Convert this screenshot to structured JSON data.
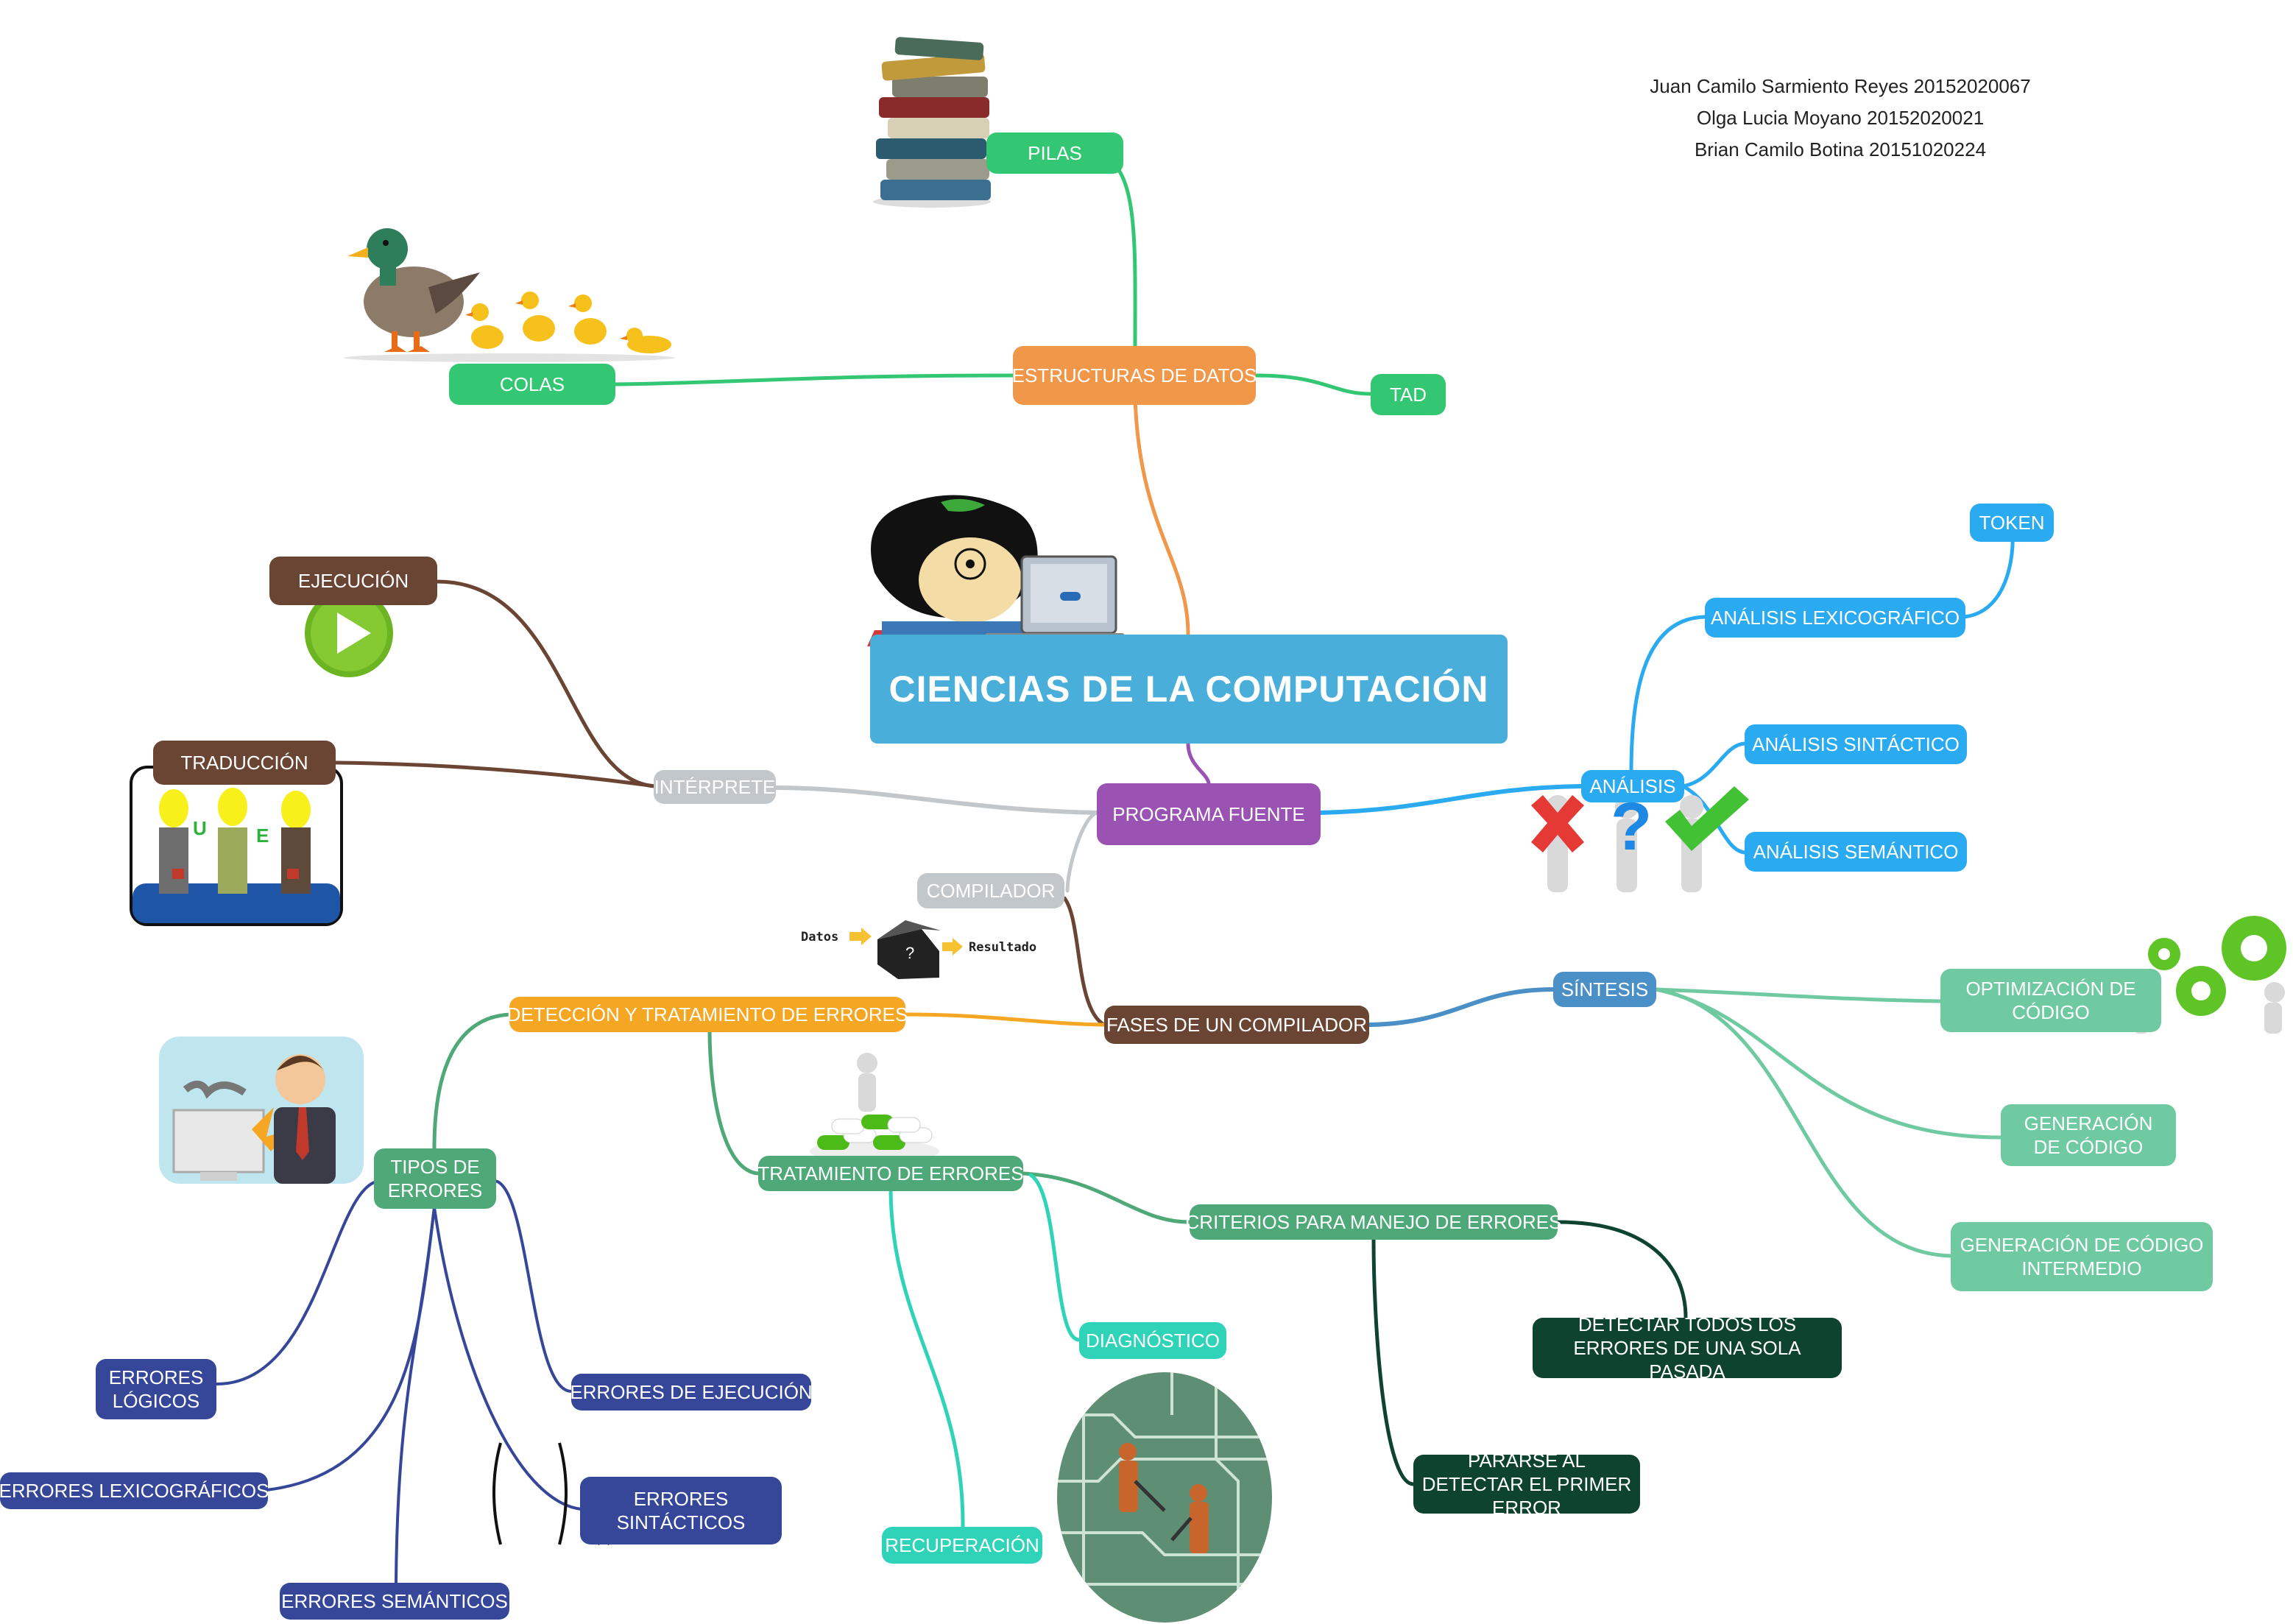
{
  "authors": [
    "Juan Camilo Sarmiento Reyes 20152020067",
    "Olga Lucia Moyano 20152020021",
    "Brian Camilo Botina 20151020224"
  ],
  "central": "CIENCIAS DE LA COMPUTACIÓN",
  "nodes": {
    "estructuras": "ESTRUCTURAS DE DATOS",
    "pilas": "PILAS",
    "colas": "COLAS",
    "tad": "TAD",
    "ejecucion": "EJECUCIÓN",
    "traduccion": "TRADUCCIÓN",
    "interprete": "INTÉRPRETE",
    "programa_fuente": "PROGRAMA FUENTE",
    "compilador": "COMPILADOR",
    "analisis": "ANÁLISIS",
    "token": "TOKEN",
    "analisis_lexico": "ANÁLISIS LEXICOGRÁFICO",
    "analisis_sintactico": "ANÁLISIS SINTÁCTICO",
    "analisis_semantico": "ANÁLISIS SEMÁNTICO",
    "fases": "FASES DE UN COMPILADOR",
    "sintesis": "SÍNTESIS",
    "optimizacion": "OPTIMIZACIÓN DE CÓDIGO",
    "generacion": "GENERACIÓN DE CÓDIGO",
    "generacion_intermedio": "GENERACIÓN DE CÓDIGO INTERMEDIO",
    "deteccion": "DETECCIÓN Y TRATAMIENTO DE ERRORES",
    "tipos_errores": "TIPOS DE ERRORES",
    "tratamiento": "TRATAMIENTO DE ERRORES",
    "criterios": "CRITERIOS PARA MANEJO DE ERRORES",
    "detectar_todos": "DETECTAR TODOS LOS ERRORES DE UNA SOLA PASADA",
    "pararse": "PARARSE AL DETECTAR EL PRIMER ERROR",
    "diagnostico": "DIAGNÓSTICO",
    "recuperacion": "RECUPERACIÓN",
    "errores_logicos": "ERRORES LÓGICOS",
    "errores_lexico": "ERRORES LEXICOGRÁFICOS",
    "errores_semanticos": "ERRORES SEMÁNTICOS",
    "errores_ejecucion": "ERRORES DE EJECUCIÓN",
    "errores_sintacticos": "ERRORES SINTÁCTICOS"
  },
  "compiler_diagram": {
    "input": "Datos",
    "output": "Resultado"
  },
  "traduccion_letters": [
    "U",
    "E"
  ],
  "colors": {
    "central": "#4aaedb",
    "orange": "#f0974a",
    "green": "#34c773",
    "brown": "#6b4533",
    "gray": "#c2c7cc",
    "purple": "#9a52b3",
    "blue": "#2aaaf0",
    "steel": "#4b8fc7",
    "teal": "#6fcaa2",
    "amber": "#f5a623",
    "midgreen": "#4ea877",
    "dark": "#0e4330",
    "aqua": "#2fd3b7",
    "navy": "#36479a"
  },
  "icons": [
    "books-stack-icon",
    "duck-family-icon",
    "mafalda-laptop-icon",
    "play-icon",
    "translators-icon",
    "x-question-check-icon",
    "black-box-icon",
    "gears-icon",
    "angry-computer-user-icon",
    "pills-pile-icon",
    "circuit-workers-icon",
    "bracket-icon"
  ]
}
